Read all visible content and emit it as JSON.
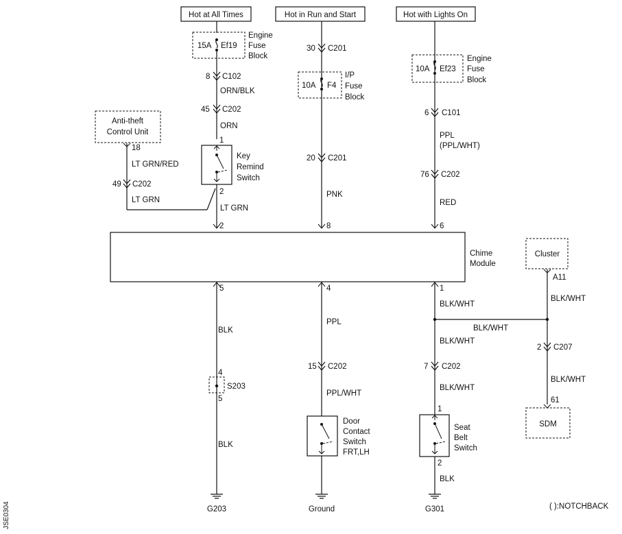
{
  "power": {
    "always": "Hot at All Times",
    "run_start": "Hot in Run and Start",
    "lights": "Hot with Lights On"
  },
  "col1": {
    "fuse_rating": "15A",
    "fuse_id": "Ef19",
    "fuse_block": [
      "Engine",
      "Fuse",
      "Block"
    ],
    "c102_pin": "8",
    "c102": "C102",
    "wire1": "ORN/BLK",
    "c202_pin": "45",
    "c202": "C202",
    "wire2": "ORN",
    "switch_pin_top": "1",
    "switch_pin_bottom": "2",
    "switch_name": [
      "Key",
      "Remind",
      "Switch"
    ],
    "wire3": "LT GRN",
    "module_pin": "2"
  },
  "antitheft": {
    "name": [
      "Anti-theft",
      "Control Unit"
    ],
    "pin": "18",
    "wire1": "LT GRN/RED",
    "c202_pin": "49",
    "c202": "C202",
    "wire2": "LT GRN"
  },
  "col2": {
    "c201_pin_top": "30",
    "c201_top": "C201",
    "fuse_rating": "10A",
    "fuse_id": "F4",
    "fuse_block": [
      "I/P",
      "Fuse",
      "Block"
    ],
    "c201_pin_bottom": "20",
    "c201_bottom": "C201",
    "wire": "PNK",
    "module_pin": "8"
  },
  "col3": {
    "fuse_rating": "10A",
    "fuse_id": "Ef23",
    "fuse_block": [
      "Engine",
      "Fuse",
      "Block"
    ],
    "c101_pin": "6",
    "c101": "C101",
    "wire1": [
      "PPL",
      "(PPL/WHT)"
    ],
    "c202_pin": "76",
    "c202": "C202",
    "wire2": "RED",
    "module_pin": "6"
  },
  "module": {
    "name": [
      "Chime",
      "Module"
    ]
  },
  "bottom1": {
    "module_pin": "5",
    "wire1": "BLK",
    "splice_pin_top": "4",
    "splice": "S203",
    "splice_pin_bottom": "5",
    "wire2": "BLK",
    "ground": "G203"
  },
  "bottom2": {
    "module_pin": "4",
    "wire1": "PPL",
    "c202_pin": "15",
    "c202": "C202",
    "wire2": "PPL/WHT",
    "switch_name": [
      "Door",
      "Contact",
      "Switch",
      "FRT,LH"
    ],
    "ground": "Ground"
  },
  "bottom3": {
    "module_pin": "1",
    "wire1": "BLK/WHT",
    "wire_h": "BLK/WHT",
    "wire2": "BLK/WHT",
    "c202_pin": "7",
    "c202": "C202",
    "wire3": "BLK/WHT",
    "switch_pin_top": "1",
    "switch_pin_bottom": "2",
    "switch_name": [
      "Seat",
      "Belt",
      "Switch"
    ],
    "wire4": "BLK",
    "ground": "G301"
  },
  "cluster": {
    "name": "Cluster",
    "pin": "A11",
    "wire1": "BLK/WHT",
    "c207_pin": "2",
    "c207": "C207",
    "wire2": "BLK/WHT",
    "sdm_pin": "61",
    "sdm": "SDM"
  },
  "note": "( ):NOTCHBACK",
  "figure_code": "JSE0304"
}
